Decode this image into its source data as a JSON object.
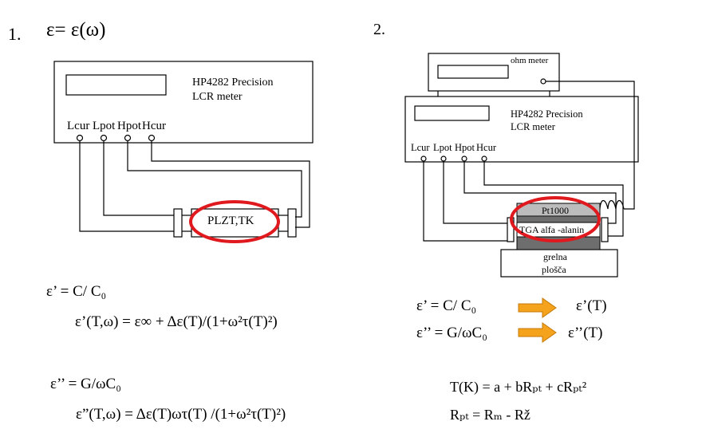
{
  "panel1": {
    "number": "1.",
    "title": "ε= ε(ω)",
    "instrument": {
      "line1": "HP4282 Precision",
      "line2": "LCR meter"
    },
    "terminals": [
      "Lcur",
      "Lpot",
      "Hpot",
      "Hcur"
    ],
    "sample_label": "PLZT,TK",
    "eq1": "ε’ = C/ C₀",
    "eq2": "ε’(T,ω) = ε∞ + Δε(T)/(1+ω²τ(T)²)",
    "eq3": "ε’’ = G/ωC₀",
    "eq4": "ε”(T,ω) = Δε(T)ωτ(T) /(1+ω²τ(T)²)"
  },
  "panel2": {
    "number": "2.",
    "ohm_meter": "ohm meter",
    "instrument": {
      "line1": "HP4282 Precision",
      "line2": "LCR meter"
    },
    "terminals": [
      "Lcur",
      "Lpot",
      "Hpot",
      "Hcur"
    ],
    "layer_top": "Pt1000",
    "layer_mid": "TGA alfa -alanin",
    "heater": {
      "line1": "grelna",
      "line2": "plošča"
    },
    "eq1_left": "ε’ = C/ C₀",
    "eq1_right": "ε’(T)",
    "eq2_left": "ε’’ = G/ωC₀",
    "eq2_right": "ε’’(T)",
    "eq3": "T(K) = a + bRₚₜ + cRₚₜ²",
    "eq4": "Rₚₜ = Rₘ - Rž"
  },
  "colors": {
    "highlight": "#e0191e",
    "arrow": "#f5a21c",
    "line": "#000000",
    "layer": "#bcbcbc",
    "layer_dark": "#6e6e6e"
  }
}
